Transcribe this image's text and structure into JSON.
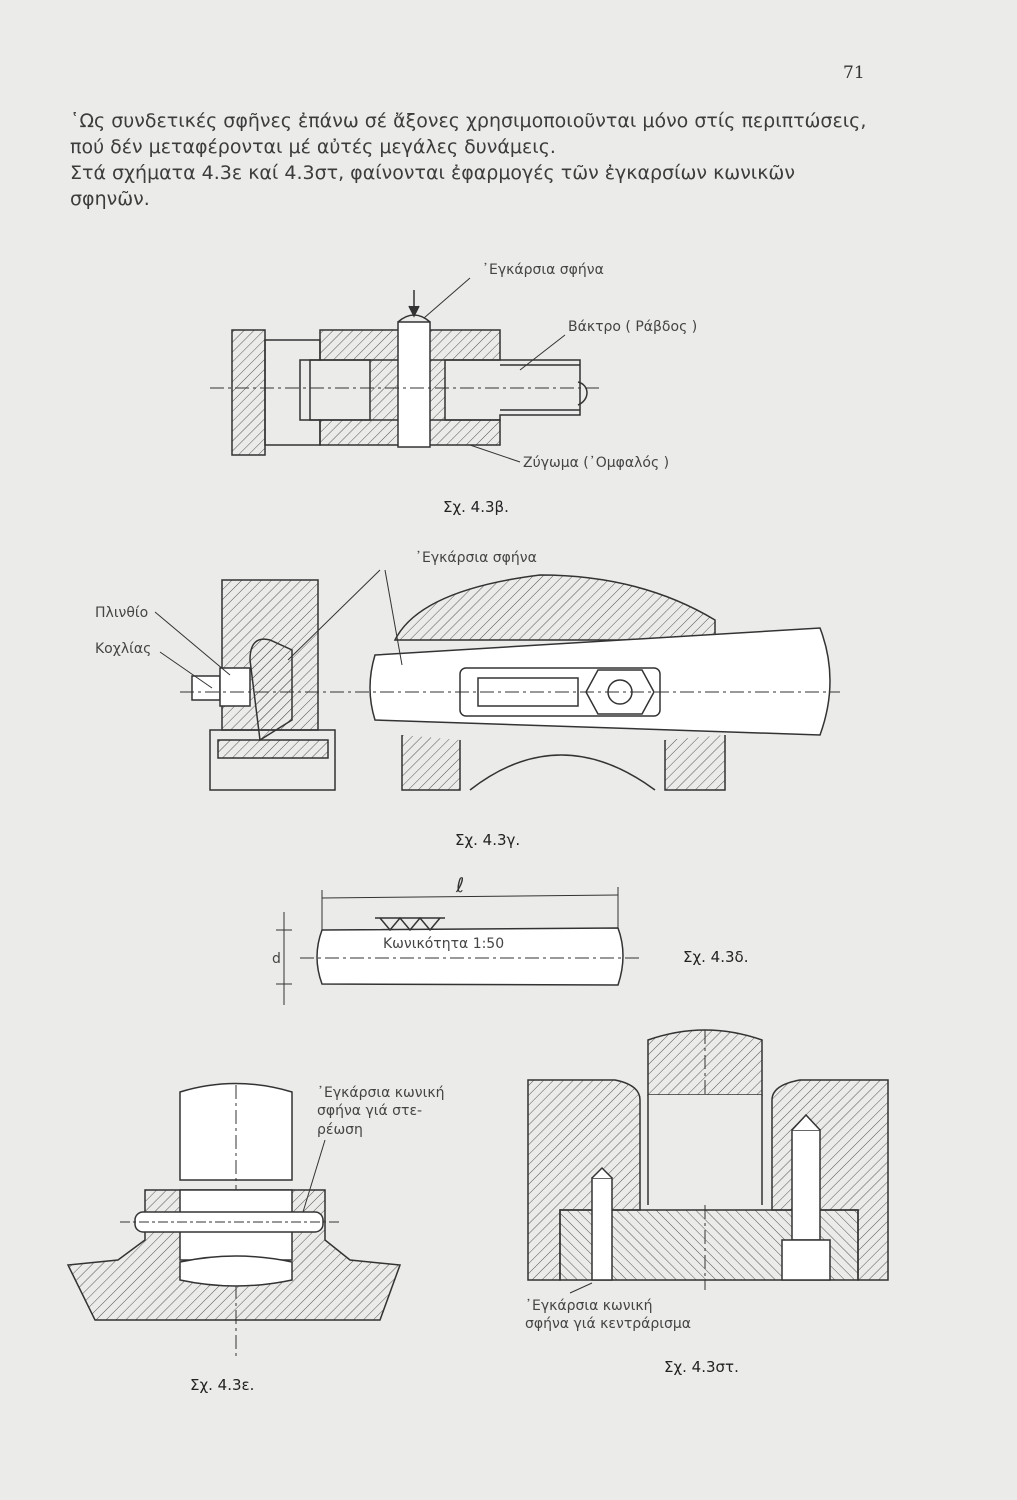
{
  "page": {
    "number": "71"
  },
  "intro": {
    "paragraph1": "῾Ως συνδετικές σφῆνες ἐπάνω σέ ἄξονες χρησιμοποιοῦνται μόνο στίς περιπτώσεις, πού δέν μεταφέρονται μέ αὐτές μεγάλες δυνάμεις.",
    "paragraph2": "Στά σχήματα 4.3ε καί 4.3στ, φαίνονται ἐφαρμογές τῶν ἐγκαρσίων κωνικῶν σφηνῶν."
  },
  "fig_b": {
    "caption": "Σχ. 4.3β.",
    "label_key": "᾿Εγκάρσια σφήνα",
    "label_rod": "Βάκτρο ( Ράβδος )",
    "label_yoke": "Ζύγωμα (᾿Ομφαλός )"
  },
  "fig_g": {
    "caption": "Σχ. 4.3γ.",
    "label_key": "᾿Εγκάρσια σφήνα",
    "label_washer": "Πλινθίο",
    "label_bolt": "Κοχλίας"
  },
  "fig_d": {
    "caption": "Σχ. 4.3δ.",
    "label_length": "ℓ",
    "label_diameter": "d",
    "label_taper": "Κωνικότητα 1:50"
  },
  "fig_e": {
    "caption": "Σχ. 4.3ε.",
    "label_line1": "᾿Εγκάρσια κωνική",
    "label_line2": "σφήνα γιά στε-",
    "label_line3": "ρέωση"
  },
  "fig_st": {
    "caption": "Σχ. 4.3στ.",
    "label_line1": "᾿Εγκάρσια κωνική",
    "label_line2": "σφήνα γιά κεντράρισμα"
  }
}
